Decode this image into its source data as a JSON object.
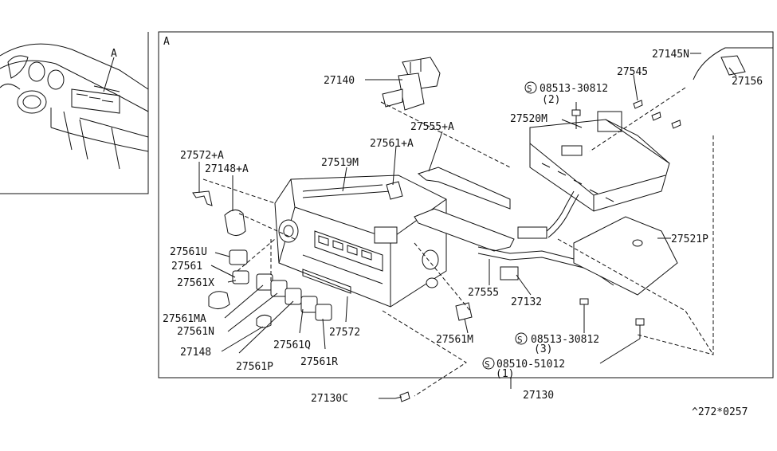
{
  "inset_label": "A",
  "main_label": "A",
  "footer_code": "^272*0257",
  "parts": {
    "p27140": "27140",
    "p27145N": "27145N",
    "p27156": "27156",
    "p27545": "27545",
    "p08513a": "08513-30812",
    "p08513a_qty": "(2)",
    "p27520M": "27520M",
    "p27555A": "27555+A",
    "p27561A": "27561+A",
    "p27572A": "27572+A",
    "p27148A": "27148+A",
    "p27519M": "27519M",
    "p27521P": "27521P",
    "p27561U": "27561U",
    "p27561": "27561",
    "p27561X": "27561X",
    "p27561MA": "27561MA",
    "p27561N": "27561N",
    "p27148": "27148",
    "p27561P": "27561P",
    "p27561Q": "27561Q",
    "p27561R": "27561R",
    "p27572": "27572",
    "p27555": "27555",
    "p27132": "27132",
    "p27561M": "27561M",
    "p08513b": "08513-30812",
    "p08513b_qty": "(3)",
    "p08510": "08510-51012",
    "p08510_qty": "(1)",
    "p27130C": "27130C",
    "p27130": "27130",
    "s_symbol": "S"
  }
}
